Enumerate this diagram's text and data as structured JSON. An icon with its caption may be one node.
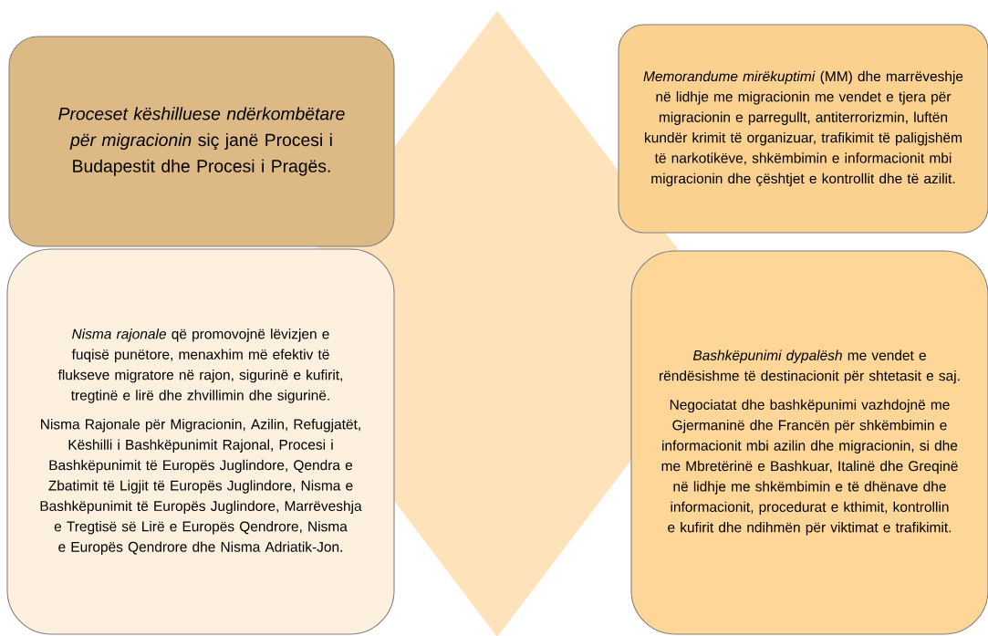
{
  "diagram": {
    "nodes": [
      {
        "text": [
          "*Proceset këshilluese ndërkombëtare për migracionin* siç janë Procesi i Budapestit dhe Procesi i Pragës."
        ]
      },
      {
        "text": [
          "*Memorandume mirëkuptimi* (MM) dhe marrëveshje në lidhje me migracionin me vendet e tjera për  migracionin e parregullt, antiterrorizmin, luftën kundër krimit të organizuar, trafikimit të paligjshëm të narkotikëve, shkëmbimin e informacionit mbi migracionin dhe çështjet e kontrollit dhe të azilit."
        ]
      },
      {
        "text": [
          "*Nisma rajonale* që promovojnë lëvizjen e fuqisë punëtore, menaxhim më efektiv të flukseve migratore në rajon, sigurinë e kufirit, tregtinë e lirë dhe zhvillimin dhe sigurinë.",
          "Nisma Rajonale për Migracionin, Azilin, Refugjatët, Këshilli i Bashkëpunimit Rajonal, Procesi i Bashkëpunimit të Europës Juglindore, Qendra e Zbatimit të Ligjit të Europës Juglindore, Nisma e Bashkëpunimit të Europës Juglindore, Marrëveshja e Tregtisë së Lirë e Europës Qendrore, Nisma e Europës Qendrore dhe Nisma Adriatik-Jon."
        ]
      },
      {
        "text": [
          "*Bashkëpunimi dypalësh* me vendet e rëndësishme të destinacionit për shtetasit e saj.",
          "Negociatat dhe bashkëpunimi vazhdojnë me Gjermaninë dhe Francën për shkëmbimin e informacionit mbi azilin dhe migracionin, si dhe me Mbretërinë e Bashkuar, Italinë dhe Greqinë në lidhje me shkëmbimin e të dhënave dhe informacionit, procedurat e kthimit, kontrollin e kufirit dhe ndihmën për viktimat e trafikimit."
        ]
      }
    ]
  }
}
